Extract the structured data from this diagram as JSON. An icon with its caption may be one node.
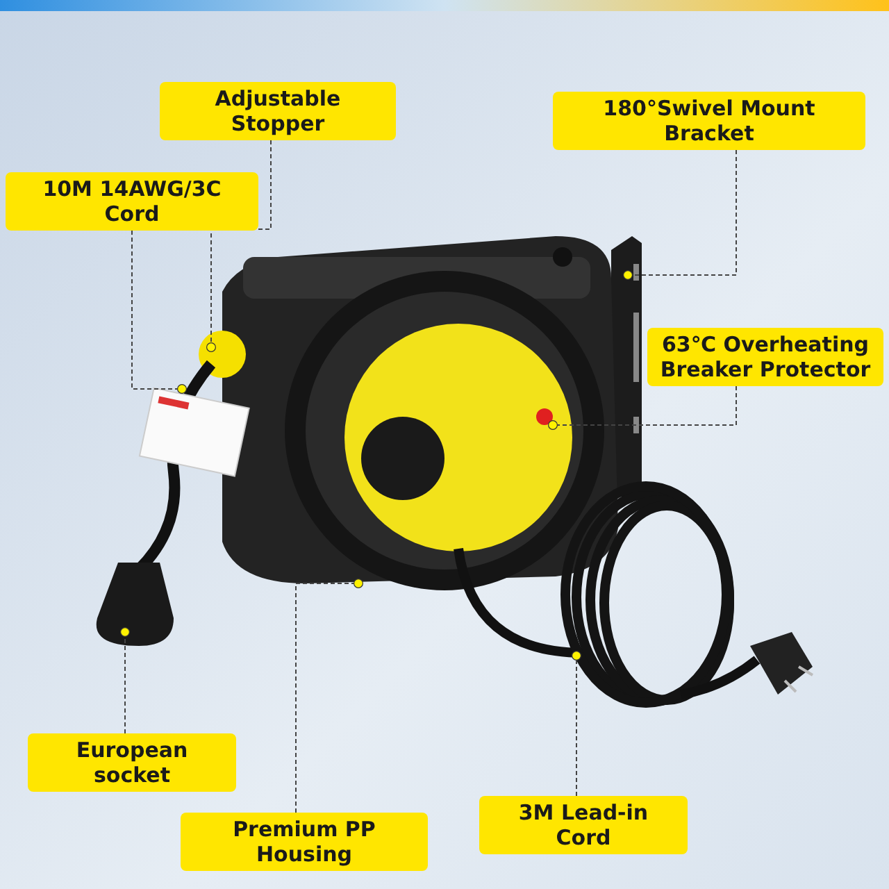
{
  "diagram": {
    "nodes": [
      {
        "text": [
          "Adjustable Stopper"
        ]
      },
      {
        "text": [
          "180°Swivel Mount Bracket"
        ]
      },
      {
        "text": [
          "10M 14AWG/3C Cord"
        ]
      },
      {
        "text": [
          "63℃ Overheating Breaker Protector"
        ]
      },
      {
        "text": [
          "European socket"
        ]
      },
      {
        "text": [
          "3M Lead-in Cord"
        ]
      },
      {
        "text": [
          "Premium PP Housing"
        ]
      }
    ],
    "edges": [
      {
        "from": 0,
        "to": null,
        "arrow": "other",
        "style": "dashed"
      },
      {
        "from": 1,
        "to": null,
        "arrow": "other",
        "style": "dashed"
      },
      {
        "from": 2,
        "to": null,
        "arrow": "other",
        "style": "dashed"
      },
      {
        "from": 3,
        "to": null,
        "arrow": "other",
        "style": "dashed"
      },
      {
        "from": 4,
        "to": null,
        "arrow": "other",
        "style": "dashed"
      },
      {
        "from": 5,
        "to": null,
        "arrow": "other",
        "style": "dashed"
      },
      {
        "from": 6,
        "to": null,
        "arrow": "other",
        "style": "dashed"
      }
    ]
  }
}
